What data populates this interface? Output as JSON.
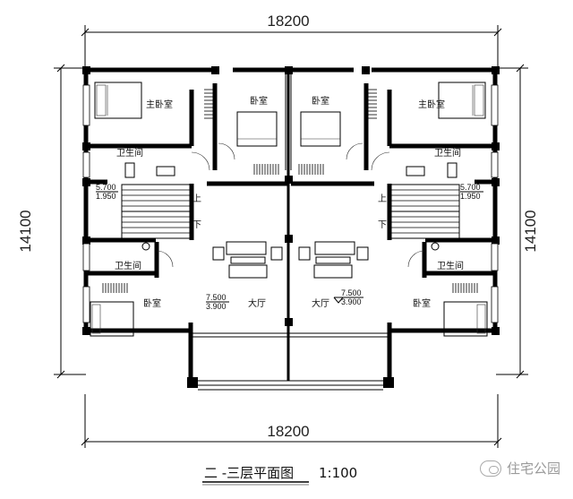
{
  "dimensions": {
    "top_width": "18200",
    "bottom_width": "18200",
    "left_height": "14100",
    "right_height": "14100"
  },
  "rooms": {
    "master_bedroom": "主卧室",
    "bedroom": "卧室",
    "bathroom": "卫生间",
    "hall": "大厅",
    "up": "上",
    "down": "下"
  },
  "levels": {
    "stair_upper": "5.700",
    "stair_lower": "1.950",
    "hall_upper": "7.500",
    "hall_lower": "3.900"
  },
  "caption": {
    "title": "二 -三层平面图",
    "scale": "1:100"
  },
  "watermark": {
    "text": "住宅公园",
    "icon": "chat-bubble-icon"
  }
}
